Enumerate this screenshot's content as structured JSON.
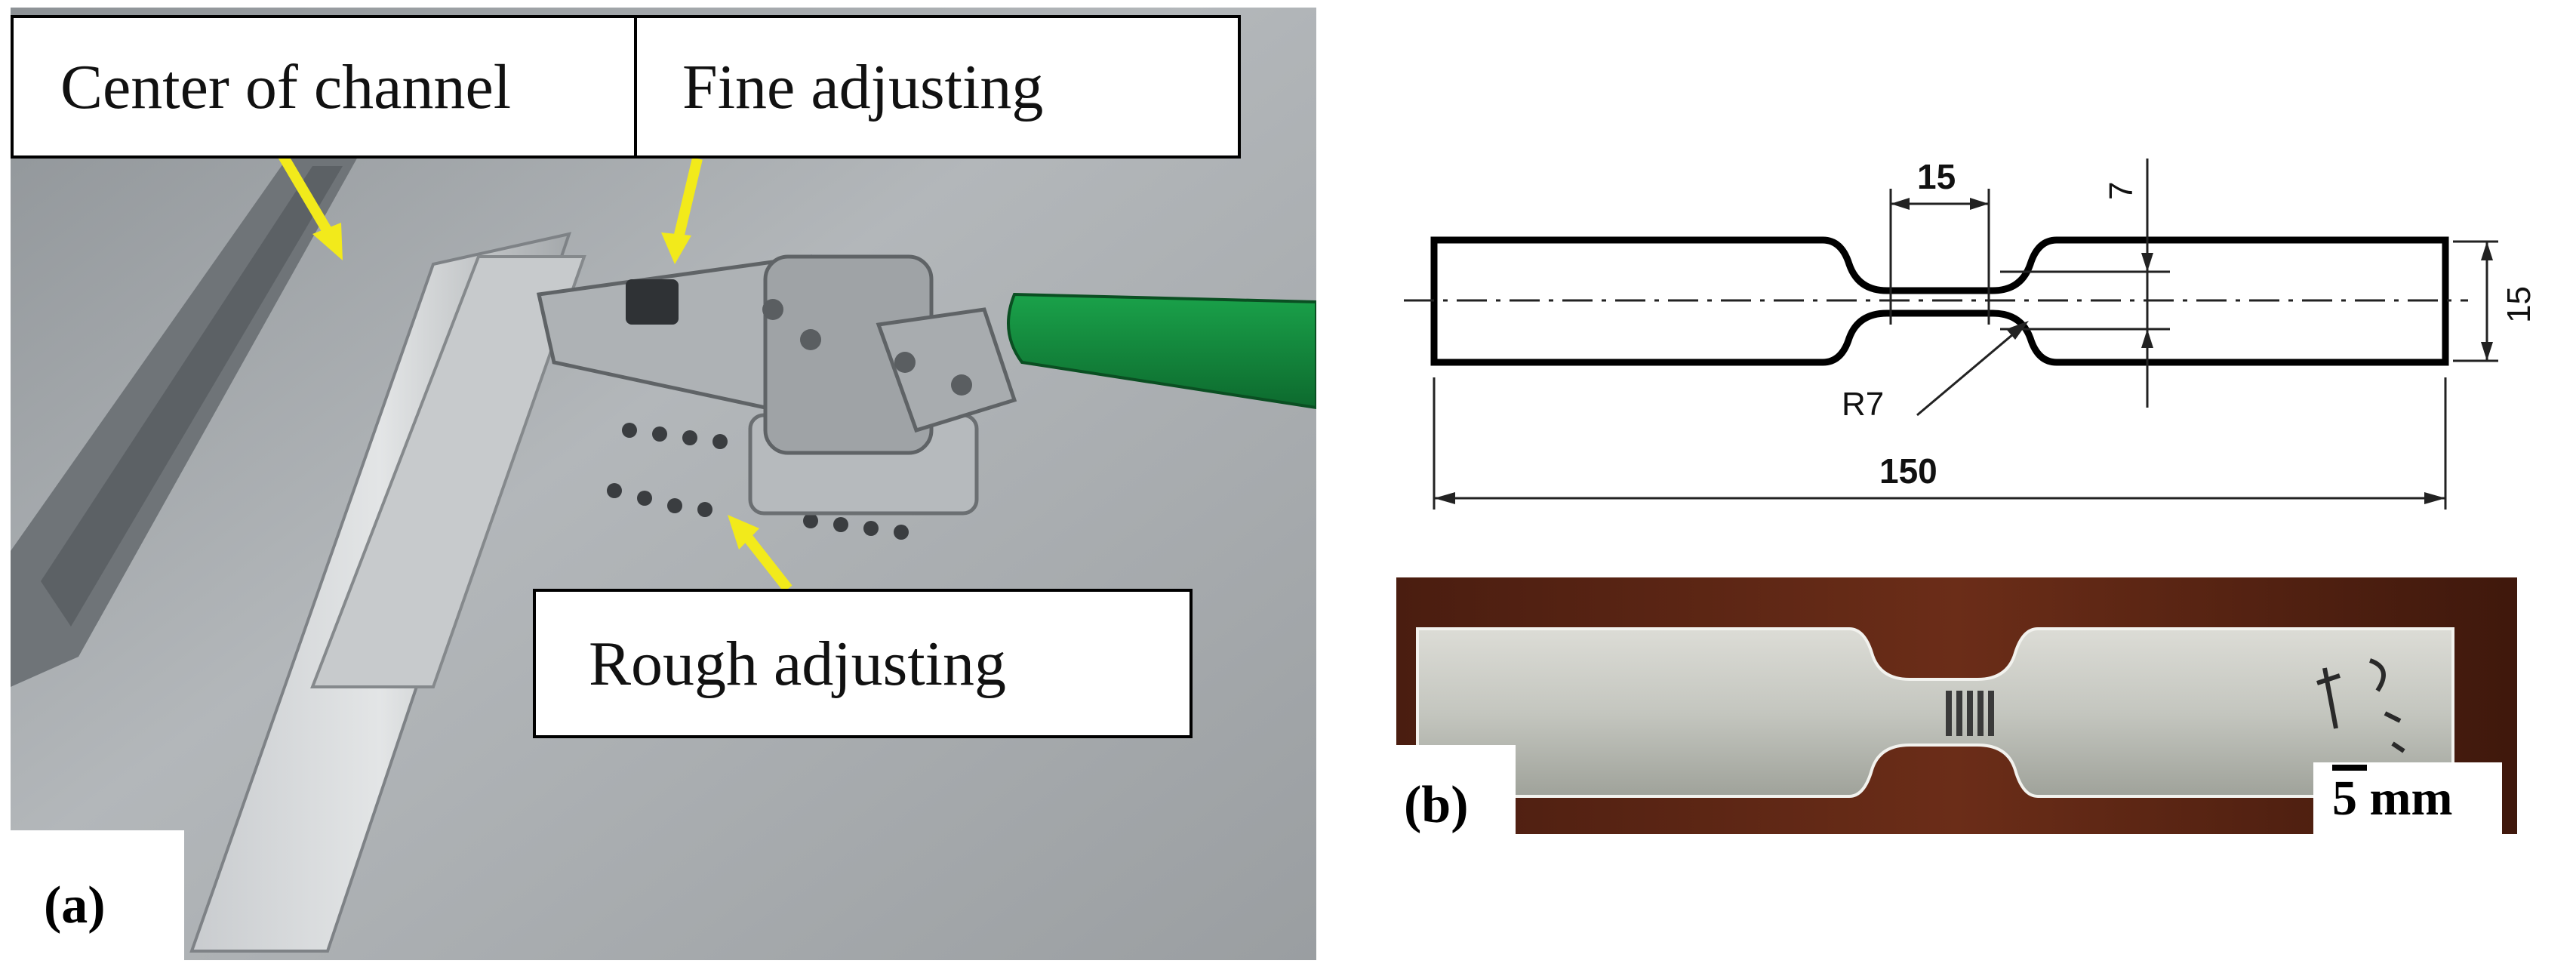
{
  "panel_a": {
    "tag": "(a)",
    "labels": {
      "center_of_channel": "Center of channel",
      "fine_adjusting": "Fine adjusting",
      "rough_adjusting": "Rough adjusting"
    },
    "colors": {
      "arrow": "#f2ea1b",
      "handle": "#148a3e",
      "plate": "#a9adb0"
    }
  },
  "panel_b": {
    "tag": "(b)",
    "drawing": {
      "dim_neck_width": "15",
      "dim_neck_height": "7",
      "dim_end_height": "15",
      "dim_radius": "R7",
      "dim_total_length": "150"
    },
    "scale_bar": "5 mm"
  }
}
